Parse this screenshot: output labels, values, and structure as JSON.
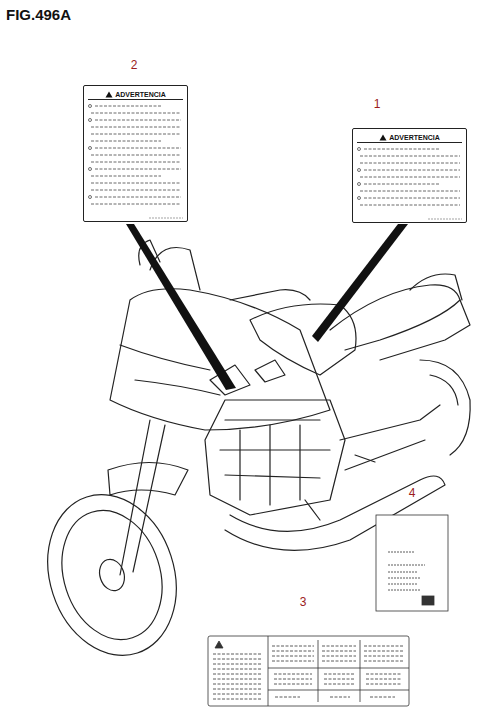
{
  "diagram": {
    "title": "FIG.496A",
    "nodes": [
      {
        "text": [
          "ADVERTENCIA"
        ]
      },
      {
        "text": [
          "ADVERTENCIA"
        ]
      }
    ],
    "labels": [
      "2",
      "1",
      "4",
      "3"
    ]
  }
}
